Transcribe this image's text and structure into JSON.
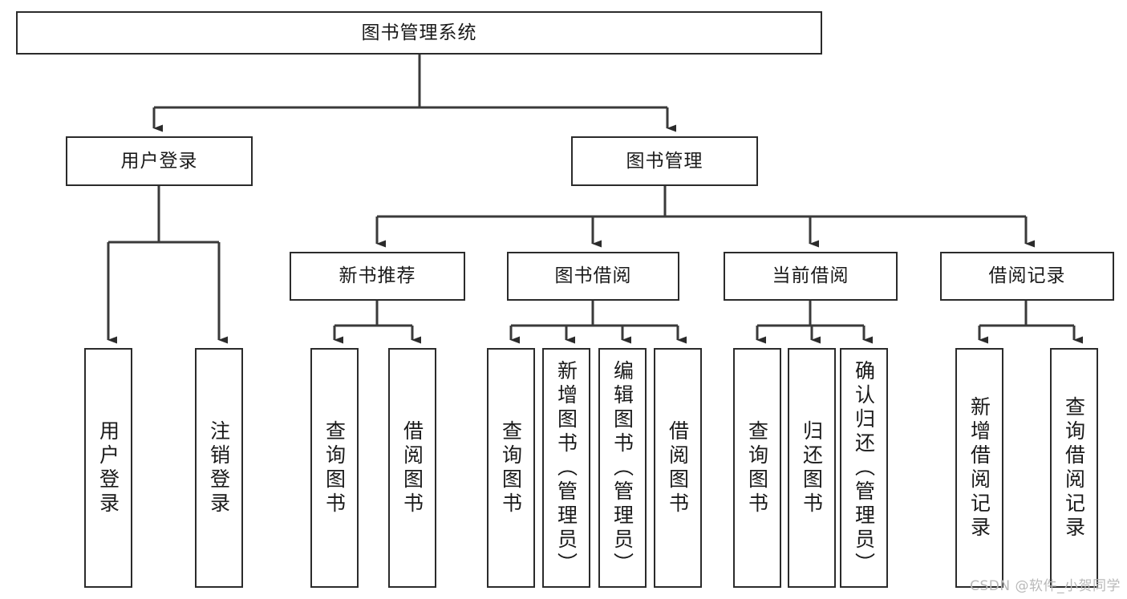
{
  "diagram": {
    "type": "tree",
    "title": "图书管理系统",
    "root": {
      "label": "图书管理系统"
    },
    "level1": [
      {
        "label": "用户登录"
      },
      {
        "label": "图书管理"
      }
    ],
    "level2": [
      {
        "label": "新书推荐"
      },
      {
        "label": "图书借阅"
      },
      {
        "label": "当前借阅"
      },
      {
        "label": "借阅记录"
      }
    ],
    "leaves": {
      "user_login": [
        {
          "label": "用户登录"
        },
        {
          "label": "注销登录"
        }
      ],
      "new_book_recommend": [
        {
          "label": "查询图书"
        },
        {
          "label": "借阅图书"
        }
      ],
      "book_borrow": [
        {
          "label": "查询图书"
        },
        {
          "label": "新增图书（管理员）"
        },
        {
          "label": "编辑图书（管理员）"
        },
        {
          "label": "借阅图书"
        }
      ],
      "current_borrow": [
        {
          "label": "查询图书"
        },
        {
          "label": "归还图书"
        },
        {
          "label": "确认归还（管理员）"
        }
      ],
      "borrow_records": [
        {
          "label": "新增借阅记录"
        },
        {
          "label": "查询借阅记录"
        }
      ]
    }
  },
  "watermark": {
    "text": "CSDN @软件_小贺同学"
  },
  "colors": {
    "box_border": "#2b2b2b",
    "box_fill": "#ffffff",
    "edge": "#3a3a3a",
    "text": "#1a1a1a",
    "watermark": "#b9b9b9"
  }
}
